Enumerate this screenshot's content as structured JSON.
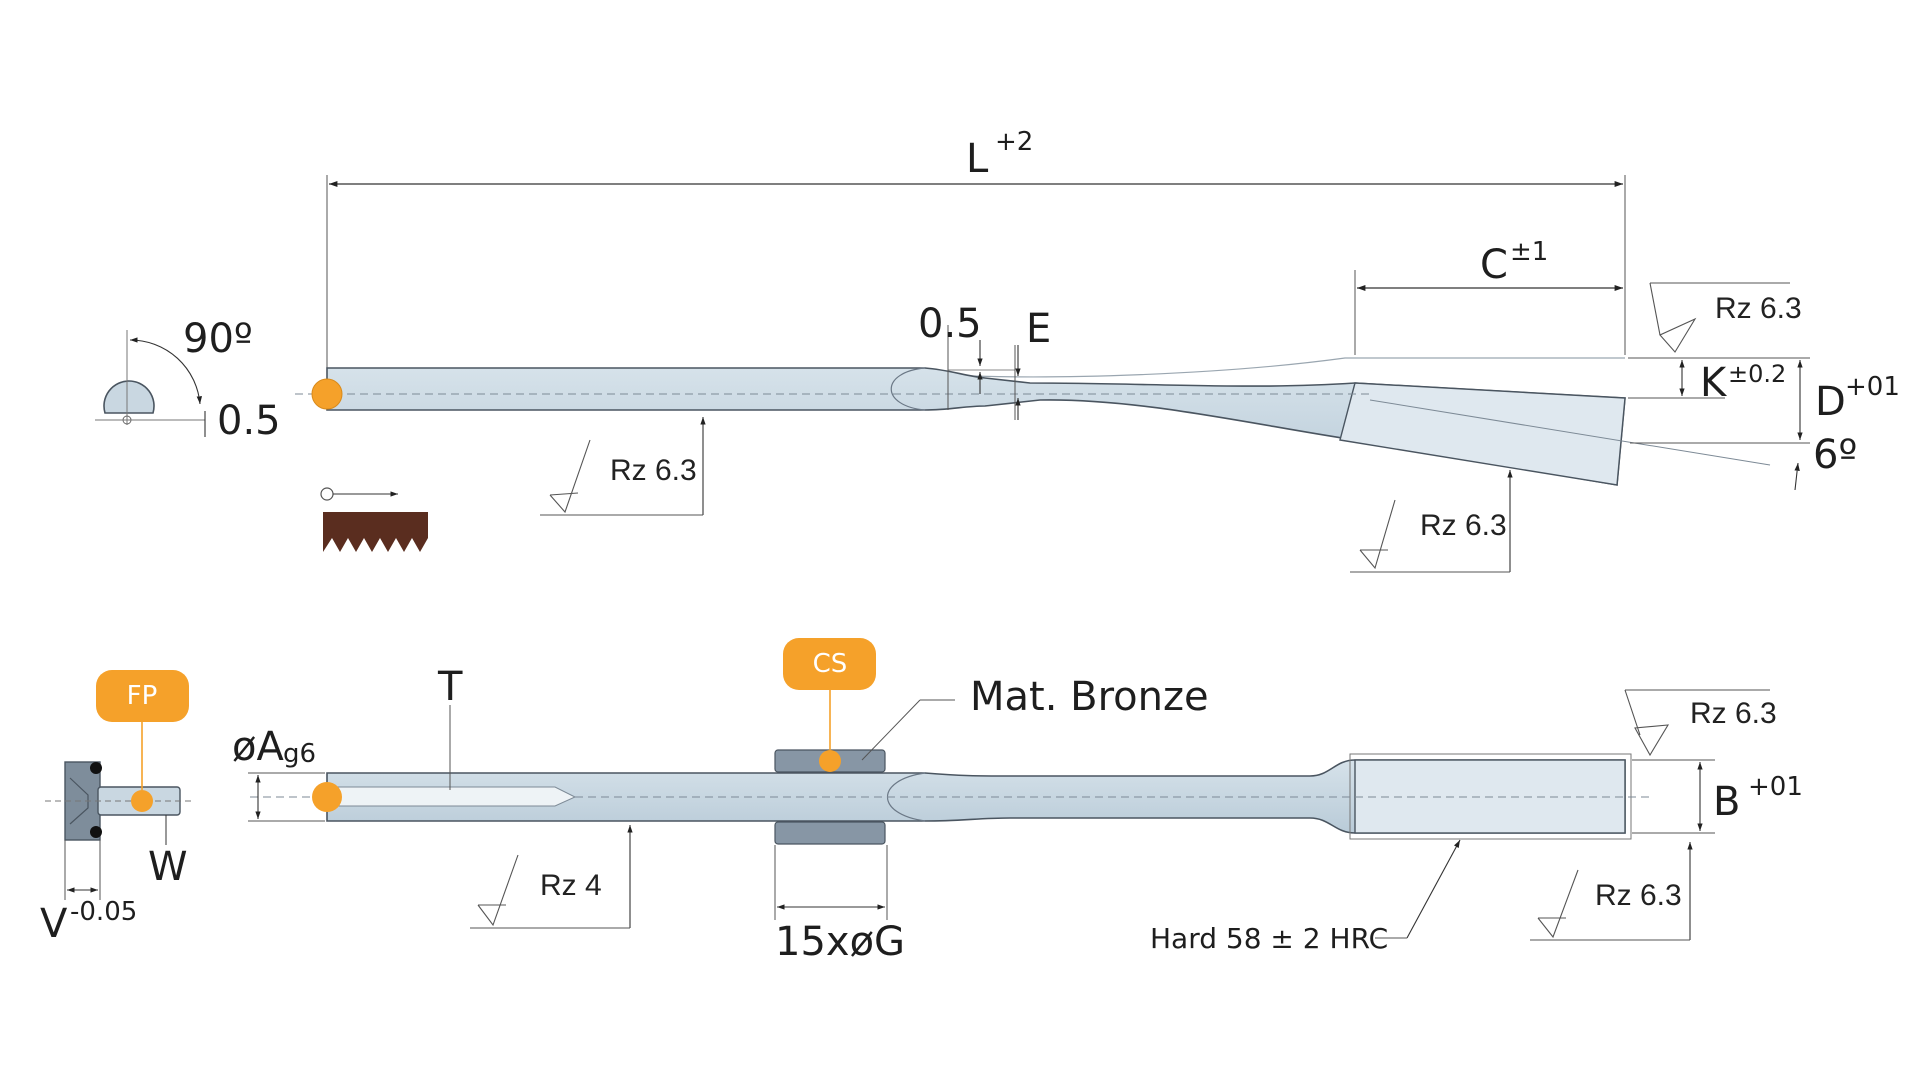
{
  "colors": {
    "part_fill": "#c9d7e1",
    "part_fill_dark": "#a9bccb",
    "part_stroke": "#4a5560",
    "bushing_fill": "#8796a5",
    "accent": "#f5a12a",
    "tooth": "#5a2d1f",
    "line": "#333333"
  },
  "icons": {
    "roughness": "surface-roughness-triangle-icon",
    "marker": "orange-dot-icon"
  },
  "top_view": {
    "length": {
      "main": "L",
      "tol": "+2"
    },
    "tip_length": {
      "main": "C",
      "tol": "±1"
    },
    "groove_depth": "0.5",
    "neck": "E",
    "thickness_k": {
      "main": "K",
      "tol": "±0.2"
    },
    "height_d": {
      "main": "D",
      "tol": "+01"
    },
    "taper_angle": "6º",
    "section_angle": "90º",
    "section_chamfer": "0.5",
    "rz_tip_top": "Rz 6.3",
    "rz_shank": "Rz 6.3",
    "rz_tip_bottom": "Rz 6.3"
  },
  "bottom_view": {
    "fp_badge": "FP",
    "cs_badge": "CS",
    "material": "Mat. Bronze",
    "thread": "T",
    "diameter": {
      "main": "øA",
      "sub": "g6"
    },
    "count_g": "15xøG",
    "width_b": {
      "main": "B",
      "tol": "+01"
    },
    "screw_w": "W",
    "screw_v": {
      "main": "V",
      "tol": "-0.05"
    },
    "rz_shank": "Rz 4",
    "rz_tip_top": "Rz 6.3",
    "rz_tip_bottom": "Rz 6.3",
    "hardness": "Hard 58 ± 2 HRC"
  }
}
